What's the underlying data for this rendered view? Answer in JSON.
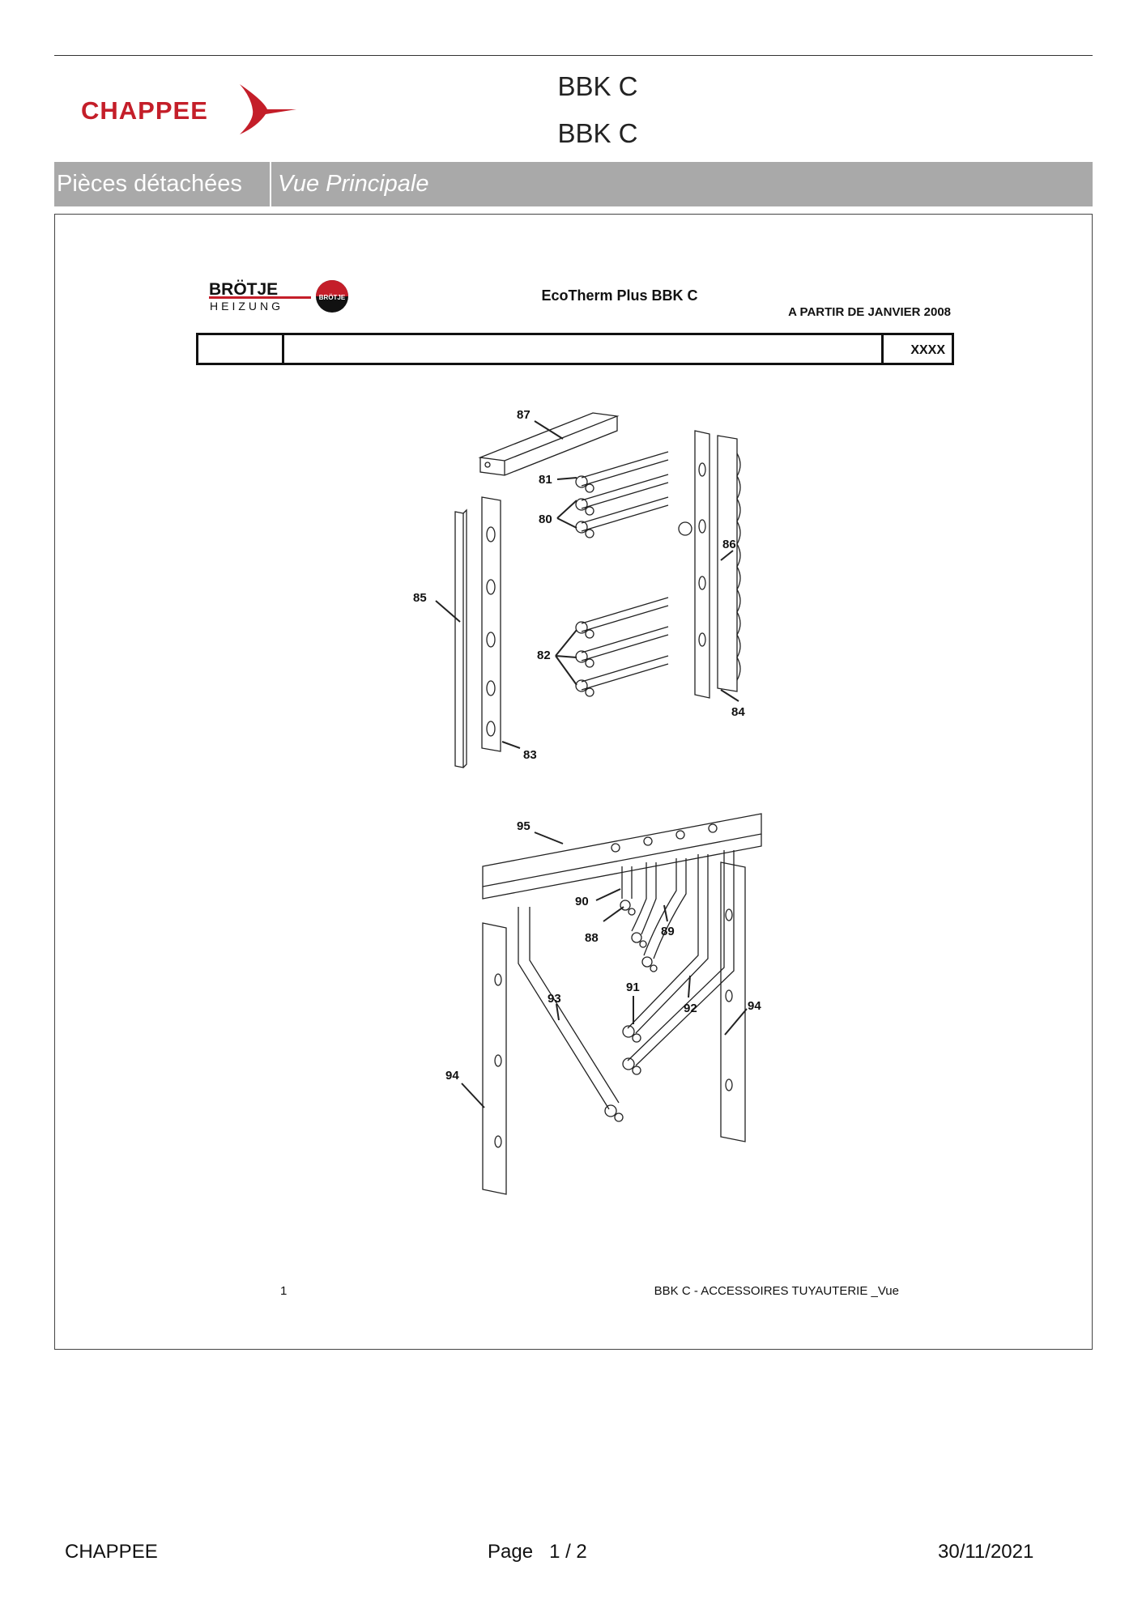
{
  "header": {
    "brand": "CHAPPEE",
    "product_line1": "BBK C",
    "product_line2": "BBK C"
  },
  "tabs": {
    "section": "Pièces détachées",
    "view": "Vue Principale"
  },
  "document": {
    "maker_logo_top": "BRÖTJE",
    "maker_logo_bottom": "HEIZUNG",
    "maker_badge": "BRÖTJE",
    "title": "EcoTherm Plus BBK C",
    "valid_from": "A PARTIR DE JANVIER 2008",
    "code": "XXXX",
    "callouts": [
      "87",
      "81",
      "80",
      "86",
      "85",
      "82",
      "84",
      "83",
      "95",
      "90",
      "88",
      "89",
      "91",
      "93",
      "92",
      "94",
      "94"
    ],
    "page_number": "1",
    "caption": "BBK C - ACCESSOIRES TUYAUTERIE _Vue"
  },
  "footer": {
    "company": "CHAPPEE",
    "page_label": "Page",
    "page_value": "1 / 2",
    "date": "30/11/2021"
  },
  "colors": {
    "brand_red": "#c41e29",
    "tab_gray": "#a9a9a9"
  }
}
